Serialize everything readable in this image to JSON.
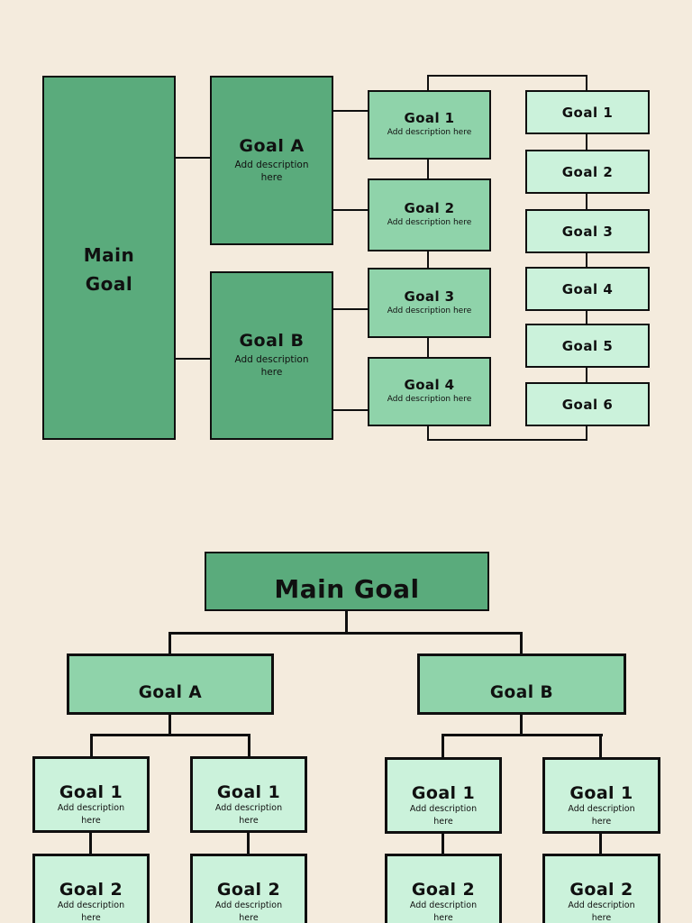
{
  "colors": {
    "background": "#f4ebdd",
    "node_dark_green": "#5aab7c",
    "node_medium_green": "#8fd3aa",
    "node_light_green": "#cbf2db",
    "connector": "#0f0f0f"
  },
  "top_diagram": {
    "main_goal": {
      "line1": "Main",
      "line2": "Goal"
    },
    "branches": [
      {
        "title": "Goal A",
        "desc": "Add description here"
      },
      {
        "title": "Goal B",
        "desc": "Add description here"
      }
    ],
    "mid_goals": [
      {
        "title": "Goal 1",
        "desc": "Add description here"
      },
      {
        "title": "Goal 2",
        "desc": "Add description here"
      },
      {
        "title": "Goal 3",
        "desc": "Add description here"
      },
      {
        "title": "Goal 4",
        "desc": "Add description here"
      }
    ],
    "end_goals": [
      {
        "title": "Goal 1"
      },
      {
        "title": "Goal 2"
      },
      {
        "title": "Goal 3"
      },
      {
        "title": "Goal 4"
      },
      {
        "title": "Goal 5"
      },
      {
        "title": "Goal 6"
      }
    ]
  },
  "bottom_diagram": {
    "main_goal": "Main Goal",
    "branches": [
      {
        "title": "Goal A"
      },
      {
        "title": "Goal B"
      }
    ],
    "level1": [
      {
        "title": "Goal 1",
        "desc": "Add description here"
      },
      {
        "title": "Goal 1",
        "desc": "Add description here"
      },
      {
        "title": "Goal 1",
        "desc": "Add description here"
      },
      {
        "title": "Goal 1",
        "desc": "Add description here"
      }
    ],
    "level2": [
      {
        "title": "Goal 2",
        "desc": "Add description here"
      },
      {
        "title": "Goal 2",
        "desc": "Add description here"
      },
      {
        "title": "Goal 2",
        "desc": "Add description here"
      },
      {
        "title": "Goal 2",
        "desc": "Add description here"
      }
    ]
  }
}
